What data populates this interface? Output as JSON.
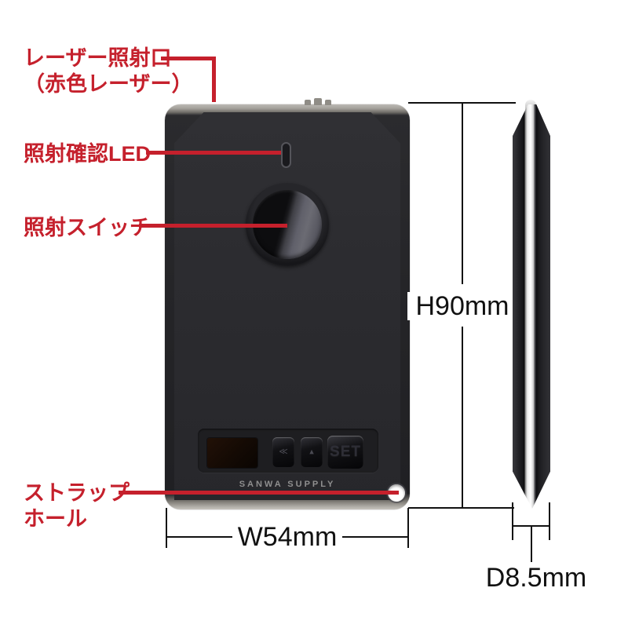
{
  "colors": {
    "annotation_red": "#c5202c",
    "dimension_black": "#111111",
    "body_dark": "#252528",
    "bevel_silver": "#b3b0aa"
  },
  "annotations": {
    "laser_port_line1": "レーザー照射口",
    "laser_port_line2": "（赤色レーザー）",
    "led_label": "照射確認LED",
    "switch_label": "照射スイッチ",
    "strap_line1": "ストラップ",
    "strap_line2": "ホール"
  },
  "dimensions": {
    "height": "H90mm",
    "width": "W54mm",
    "depth": "D8.5mm"
  },
  "device": {
    "brand": "SANWA SUPPLY",
    "set_button_label": "SET"
  }
}
